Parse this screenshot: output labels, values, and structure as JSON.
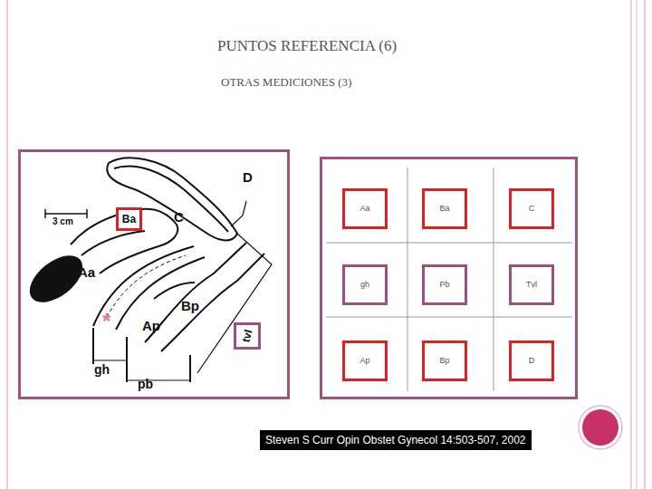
{
  "diagram": {
    "title": "PUNTOS REFERENCIA (6)",
    "caption": "Steven S Curr Opin Obstet Gynecol 14:503-507, 2002",
    "nodes": [
      {
        "text": [
          "Ba"
        ]
      },
      {
        "text": [
          "tvl"
        ]
      },
      {
        "text": [
          "Aa"
        ]
      },
      {
        "text": [
          "Ba"
        ]
      },
      {
        "text": [
          "C"
        ]
      },
      {
        "text": [
          "gh"
        ]
      },
      {
        "text": [
          "Pb"
        ]
      },
      {
        "text": [
          "Tvl"
        ]
      },
      {
        "text": [
          "Ap"
        ]
      },
      {
        "text": [
          "Bp"
        ]
      },
      {
        "text": [
          "D"
        ]
      }
    ],
    "labels": [
      "OTRAS MEDICIONES (3)",
      "D",
      "C",
      "3 cm",
      "Aa",
      "Bp",
      "Ap",
      "gh",
      "pb",
      "*"
    ]
  }
}
